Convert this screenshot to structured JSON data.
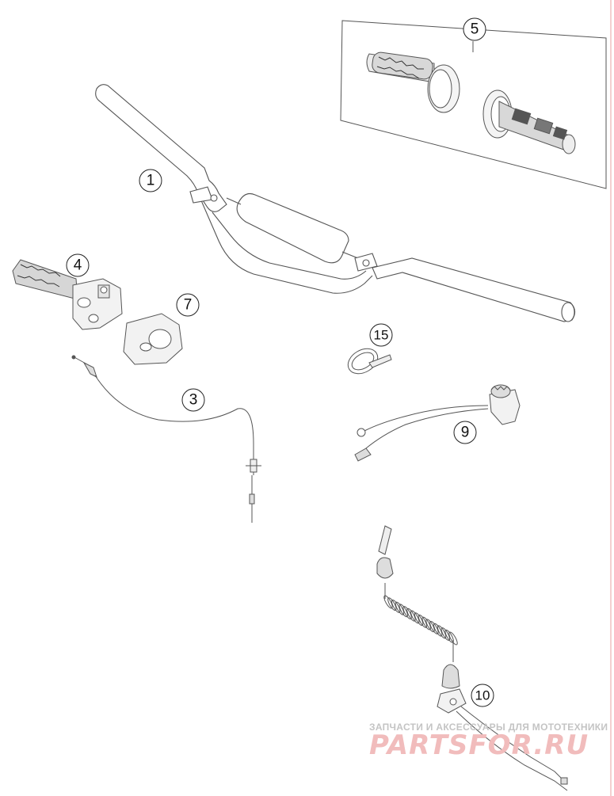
{
  "callouts": [
    {
      "id": "1",
      "label": "1"
    },
    {
      "id": "3",
      "label": "3"
    },
    {
      "id": "4",
      "label": "4"
    },
    {
      "id": "5",
      "label": "5"
    },
    {
      "id": "7",
      "label": "7"
    },
    {
      "id": "9",
      "label": "9"
    },
    {
      "id": "10",
      "label": "10"
    },
    {
      "id": "15",
      "label": "15"
    }
  ],
  "watermark": {
    "tagline": "ЗАПЧАСТИ И АКСЕССУАРЫ ДЛЯ МОТОТЕХНИКИ",
    "brand": "PARTSFOR.RU"
  },
  "colors": {
    "line": "#555555",
    "border_right": "#e8a0a0",
    "watermark_main": "#f1bcbc",
    "watermark_top": "#c4c4c4"
  }
}
